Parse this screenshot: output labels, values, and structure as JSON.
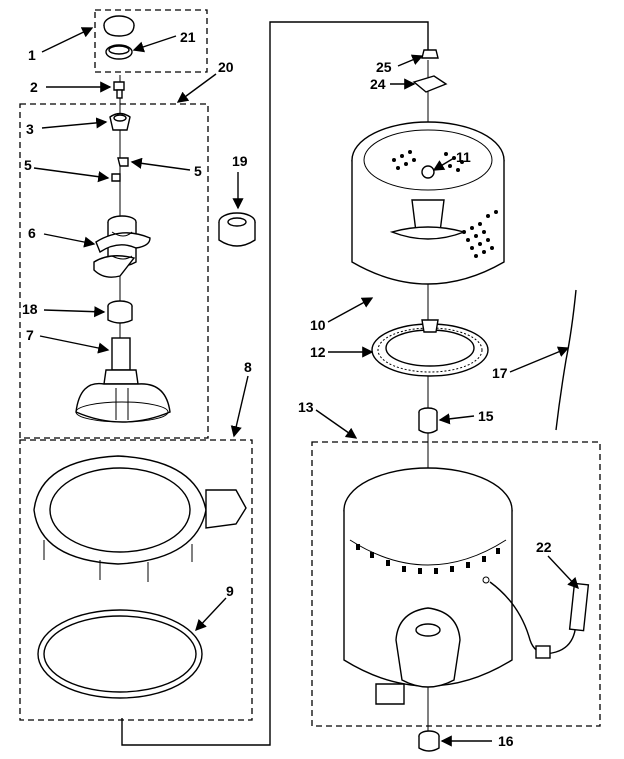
{
  "diagram": {
    "callouts": [
      {
        "id": "c1",
        "text": "1"
      },
      {
        "id": "c21",
        "text": "21"
      },
      {
        "id": "c2",
        "text": "2"
      },
      {
        "id": "c20",
        "text": "20"
      },
      {
        "id": "c3",
        "text": "3"
      },
      {
        "id": "c5a",
        "text": "5"
      },
      {
        "id": "c5b",
        "text": "5"
      },
      {
        "id": "c19",
        "text": "19"
      },
      {
        "id": "c6",
        "text": "6"
      },
      {
        "id": "c18",
        "text": "18"
      },
      {
        "id": "c7",
        "text": "7"
      },
      {
        "id": "c8",
        "text": "8"
      },
      {
        "id": "c9",
        "text": "9"
      },
      {
        "id": "c25",
        "text": "25"
      },
      {
        "id": "c24",
        "text": "24"
      },
      {
        "id": "c11",
        "text": "11"
      },
      {
        "id": "c10",
        "text": "10"
      },
      {
        "id": "c12",
        "text": "12"
      },
      {
        "id": "c17",
        "text": "17"
      },
      {
        "id": "c13",
        "text": "13"
      },
      {
        "id": "c15",
        "text": "15"
      },
      {
        "id": "c22",
        "text": "22"
      },
      {
        "id": "c16",
        "text": "16"
      }
    ]
  }
}
